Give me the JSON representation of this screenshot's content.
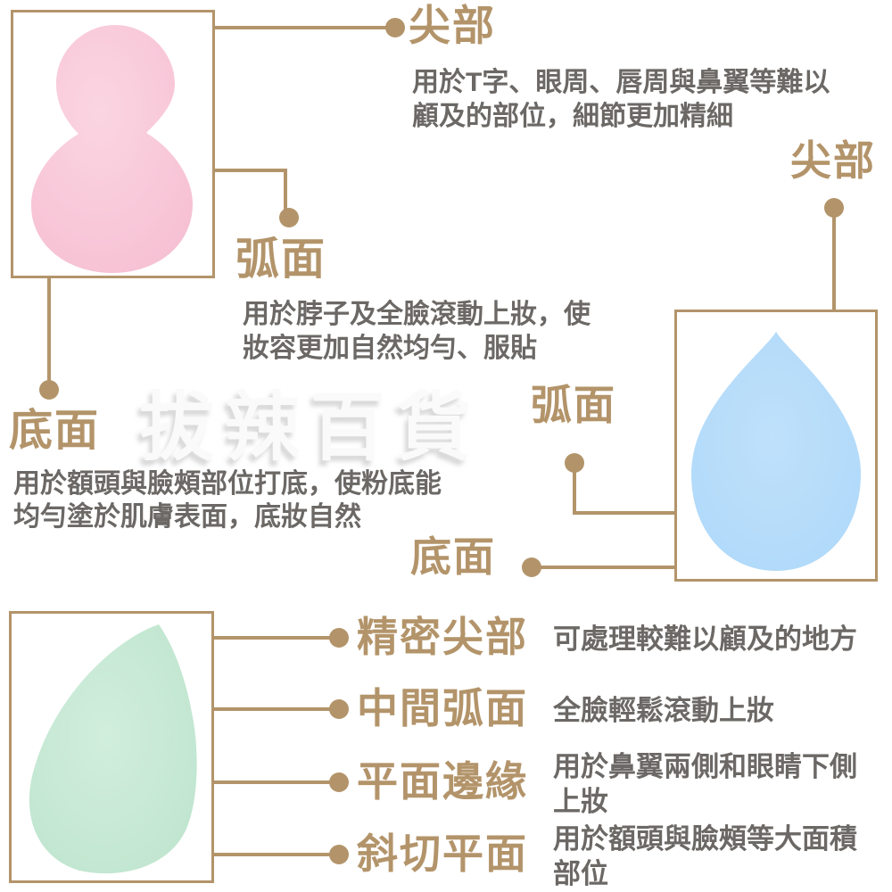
{
  "colors": {
    "accent": "#b3946a",
    "text_gray": "#6b6865",
    "sponge_pink": "#f8c6d8",
    "sponge_blue": "#b5dcfa",
    "sponge_green": "#c6e9d6"
  },
  "watermark": "拔辣百貨",
  "pink_section": {
    "tip": {
      "label": "尖部",
      "desc": "用於T字、眼周、唇周與鼻翼等難以\n顧及的部位，細節更加精細"
    },
    "curve": {
      "label": "弧面",
      "desc": "用於脖子及全臉滾動上妝，使\n妝容更加自然均勻、服貼"
    },
    "base": {
      "label": "底面",
      "desc": "用於額頭與臉頰部位打底，使粉底能\n均勻塗於肌膚表面，底妝自然"
    }
  },
  "blue_section": {
    "tip": {
      "label": "尖部"
    },
    "curve": {
      "label": "弧面"
    },
    "base": {
      "label": "底面"
    }
  },
  "green_section": {
    "rows": [
      {
        "label": "精密尖部",
        "desc": "可處理較難以顧及的地方"
      },
      {
        "label": "中間弧面",
        "desc": "全臉輕鬆滾動上妝"
      },
      {
        "label": "平面邊緣",
        "desc": "用於鼻翼兩側和眼睛下側\n上妝"
      },
      {
        "label": "斜切平面",
        "desc": "用於額頭與臉頰等大面積\n部位"
      }
    ]
  }
}
